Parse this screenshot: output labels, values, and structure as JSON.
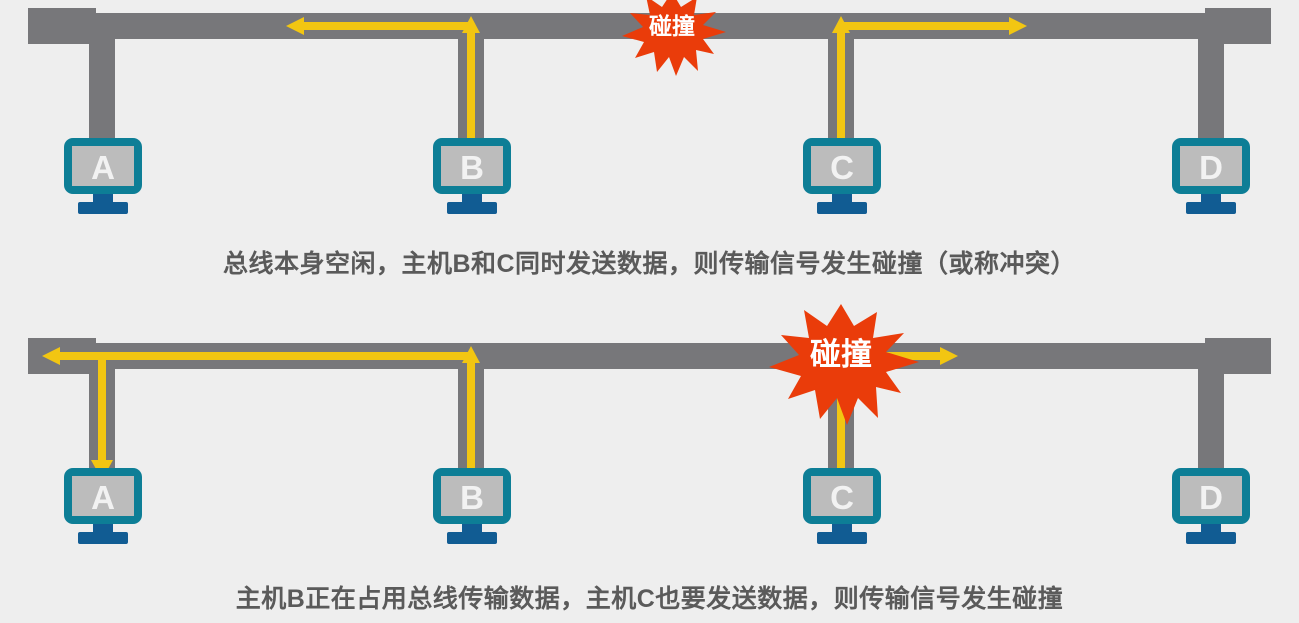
{
  "figure": {
    "background_color": "#eeeeee",
    "bus_color": "#77777a",
    "signal_color": "#f2c612",
    "monitor_border_color": "#0d7e96",
    "monitor_screen_color": "#bcbcbc",
    "monitor_stand_color": "#115c93",
    "collision_color": "#ea3c0a",
    "caption_color": "#5a5a5a"
  },
  "diagrams": [
    {
      "id": "top",
      "hosts": [
        {
          "label": "A",
          "signal": "none"
        },
        {
          "label": "B",
          "signal": "sending-up"
        },
        {
          "label": "C",
          "signal": "sending-up"
        },
        {
          "label": "D",
          "signal": "none"
        }
      ],
      "collision": {
        "label": "碰撞",
        "size": "small"
      },
      "caption": "总线本身空闲，主机B和C同时发送数据，则传输信号发生碰撞（或称冲突）"
    },
    {
      "id": "bottom",
      "hosts": [
        {
          "label": "A",
          "signal": "receiving-down"
        },
        {
          "label": "B",
          "signal": "sending-up"
        },
        {
          "label": "C",
          "signal": "sending-up"
        },
        {
          "label": "D",
          "signal": "none"
        }
      ],
      "collision": {
        "label": "碰撞",
        "size": "large"
      },
      "caption": "主机B正在占用总线传输数据，主机C也要发送数据，则传输信号发生碰撞"
    }
  ]
}
